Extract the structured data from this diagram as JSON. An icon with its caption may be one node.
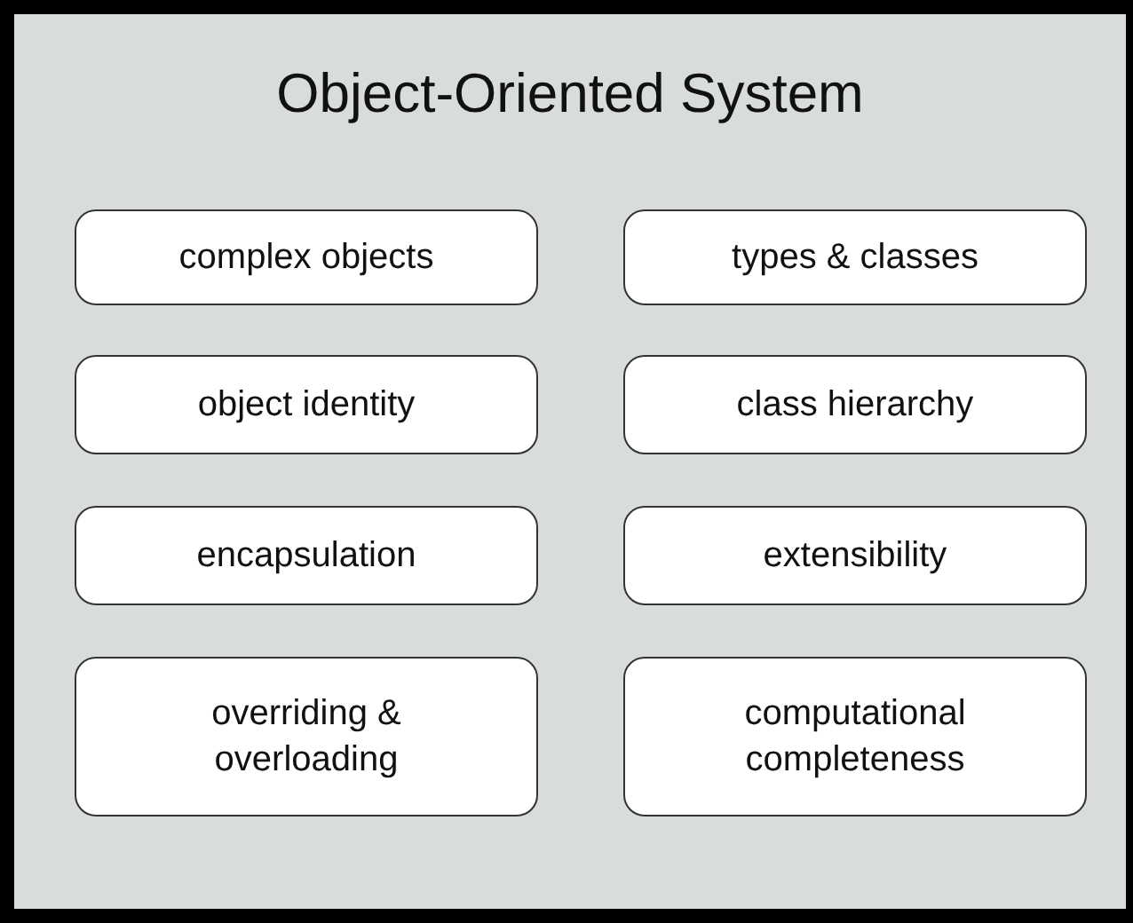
{
  "diagram": {
    "nodes": [
      {
        "text": [
          "Object-Oriented System"
        ]
      },
      {
        "text": [
          "complex objects"
        ],
        "in": 0
      },
      {
        "text": [
          "types & classes"
        ],
        "in": 0
      },
      {
        "text": [
          "object identity"
        ],
        "in": 0
      },
      {
        "text": [
          "class hierarchy"
        ],
        "in": 0
      },
      {
        "text": [
          "encapsulation"
        ],
        "in": 0
      },
      {
        "text": [
          "extensibility"
        ],
        "in": 0
      },
      {
        "text": [
          "overriding & overloading"
        ],
        "in": 0
      },
      {
        "text": [
          "computational completeness"
        ],
        "in": 0
      }
    ]
  }
}
